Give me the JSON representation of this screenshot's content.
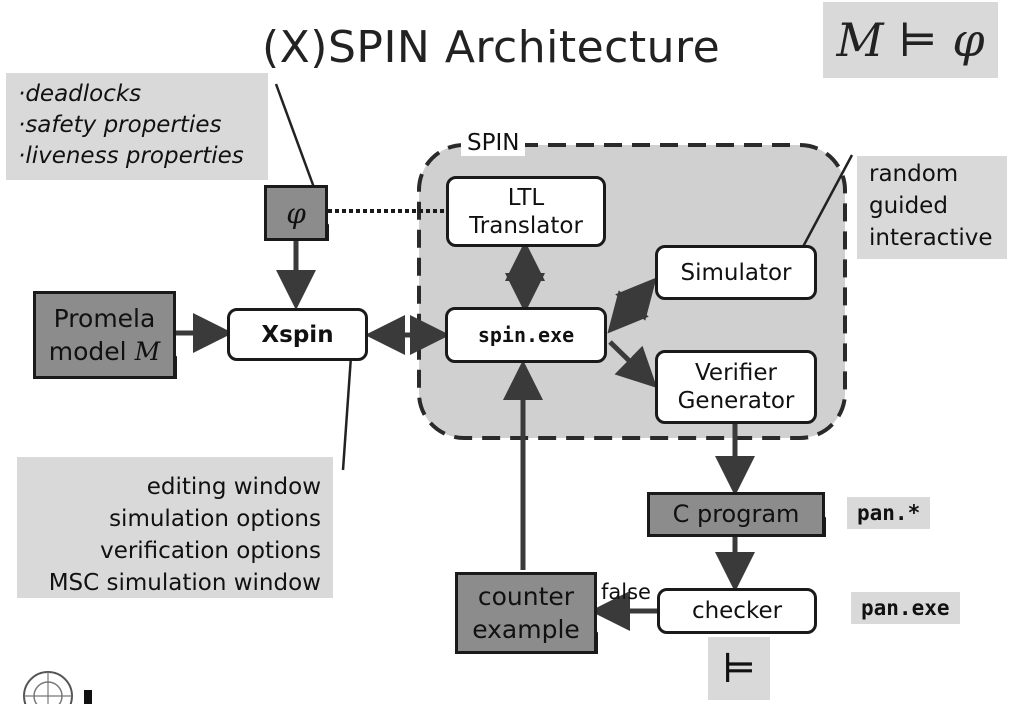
{
  "title": "(X)SPIN Architecture",
  "formula": "M ⊨ φ",
  "properties": [
    "deadlocks",
    "safety properties",
    "liveness properties"
  ],
  "modes": [
    "random",
    "guided",
    "interactive"
  ],
  "xspin_notes": [
    "editing window",
    "simulation options",
    "verification options",
    "MSC simulation window"
  ],
  "nodes": {
    "phi": "φ",
    "promela_line1": "Promela",
    "promela_line2": "model",
    "promela_var": "M",
    "xspin": "Xspin",
    "spin_group": "SPIN",
    "ltl_line1": "LTL",
    "ltl_line2": "Translator",
    "spin_exe": "spin.exe",
    "simulator": "Simulator",
    "verifier_line1": "Verifier",
    "verifier_line2": "Generator",
    "c_program": "C program",
    "checker": "checker",
    "counter_line1": "counter",
    "counter_line2": "example",
    "false_label": "false",
    "models_symbol": "⊨"
  },
  "file_labels": {
    "pan_src": "pan.*",
    "pan_exe": "pan.exe"
  },
  "colors": {
    "note_bg": "#d9d9d9",
    "doc_fill": "#8c8c8c",
    "spin_region": "#d0d0d0",
    "stroke": "#1a1a1a"
  }
}
